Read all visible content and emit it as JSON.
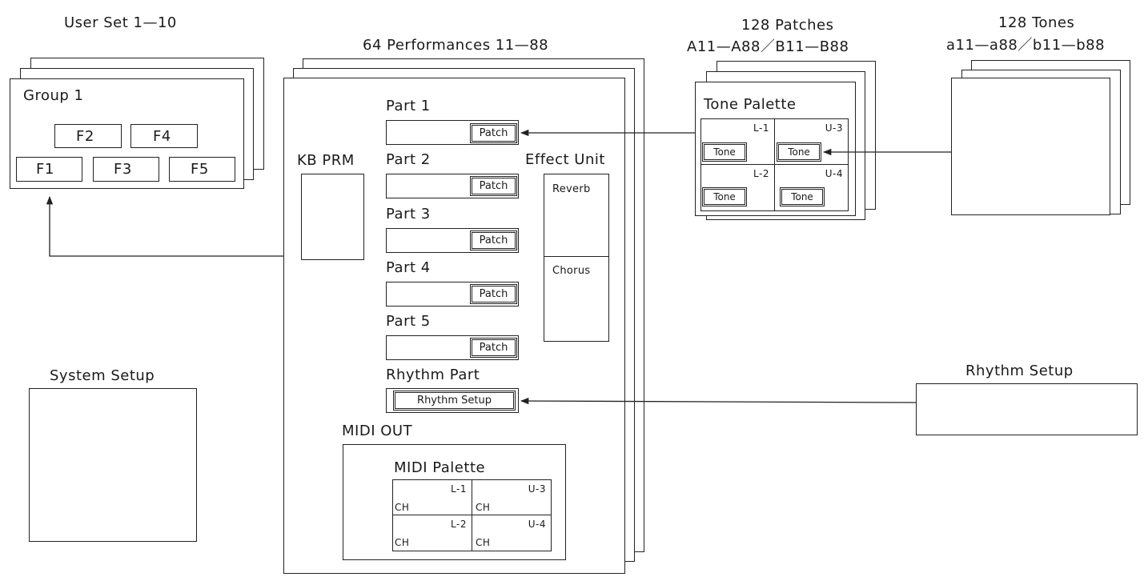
{
  "user_set": {
    "title": "User Set 1—10",
    "group": "Group 1",
    "functions": [
      "F1",
      "F2",
      "F3",
      "F4",
      "F5"
    ]
  },
  "system_setup": {
    "title": "System Setup"
  },
  "performances": {
    "title": "64 Performances 11—88",
    "kb_prm": "KB PRM",
    "parts": [
      {
        "label": "Part 1",
        "slot": "Patch"
      },
      {
        "label": "Part 2",
        "slot": "Patch"
      },
      {
        "label": "Part 3",
        "slot": "Patch"
      },
      {
        "label": "Part 4",
        "slot": "Patch"
      },
      {
        "label": "Part 5",
        "slot": "Patch"
      }
    ],
    "rhythm_part": {
      "label": "Rhythm Part",
      "slot": "Rhythm Setup"
    },
    "effect_unit": {
      "title": "Effect Unit",
      "items": [
        "Reverb",
        "Chorus"
      ]
    },
    "midi_out": {
      "title": "MIDI OUT",
      "palette_title": "MIDI Palette",
      "cells": [
        {
          "corner": "L-1",
          "label": "CH"
        },
        {
          "corner": "U-3",
          "label": "CH"
        },
        {
          "corner": "L-2",
          "label": "CH"
        },
        {
          "corner": "U-4",
          "label": "CH"
        }
      ]
    }
  },
  "patches": {
    "title_line1": "128 Patches",
    "title_line2": "A11—A88／B11—B88",
    "palette_title": "Tone Palette",
    "cells": [
      {
        "corner": "L-1",
        "label": "Tone"
      },
      {
        "corner": "U-3",
        "label": "Tone"
      },
      {
        "corner": "L-2",
        "label": "Tone"
      },
      {
        "corner": "U-4",
        "label": "Tone"
      }
    ]
  },
  "tones": {
    "title_line1": "128 Tones",
    "title_line2": "a11—a88／b11—b88"
  },
  "rhythm_setup": {
    "title": "Rhythm Setup"
  }
}
